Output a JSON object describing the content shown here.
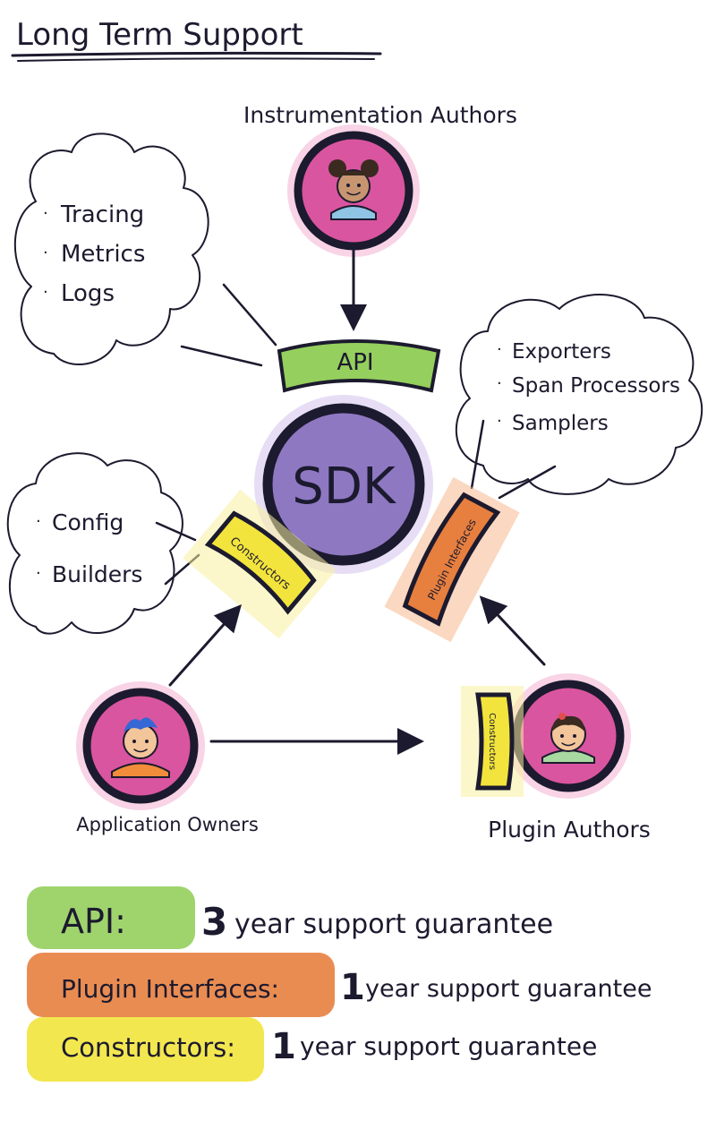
{
  "title": "Long Term Support",
  "roles": {
    "instrumentation_authors": "Instrumentation Authors",
    "application_owners": "Application Owners",
    "plugin_authors": "Plugin Authors"
  },
  "components": {
    "sdk": "SDK",
    "api": "API",
    "constructors": "Constructors",
    "plugin_interfaces": "Plugin Interfaces",
    "plugin_constructors": "Constructors"
  },
  "clouds": {
    "api_signals": [
      "Tracing",
      "Metrics",
      "Logs"
    ],
    "plugins": [
      "Exporters",
      "Span Processors",
      "Samplers"
    ],
    "constructors": [
      "Config",
      "Builders"
    ]
  },
  "legend": [
    {
      "label": "API:",
      "number": "3",
      "text": "year support guarantee",
      "color": "#95cf5d"
    },
    {
      "label": "Plugin Interfaces:",
      "number": "1",
      "text": "year support guarantee",
      "color": "#e77f3f"
    },
    {
      "label": "Constructors:",
      "number": "1",
      "text": "year support guarantee",
      "color": "#f2e43c"
    }
  ],
  "colors": {
    "ink": "#1c1a2e",
    "sdk_purple": "#8e78c2",
    "avatar_pink": "#d9559f",
    "api_green": "#95cf5d",
    "plugin_orange": "#e77f3f",
    "constructor_yellow": "#f2e43c"
  }
}
